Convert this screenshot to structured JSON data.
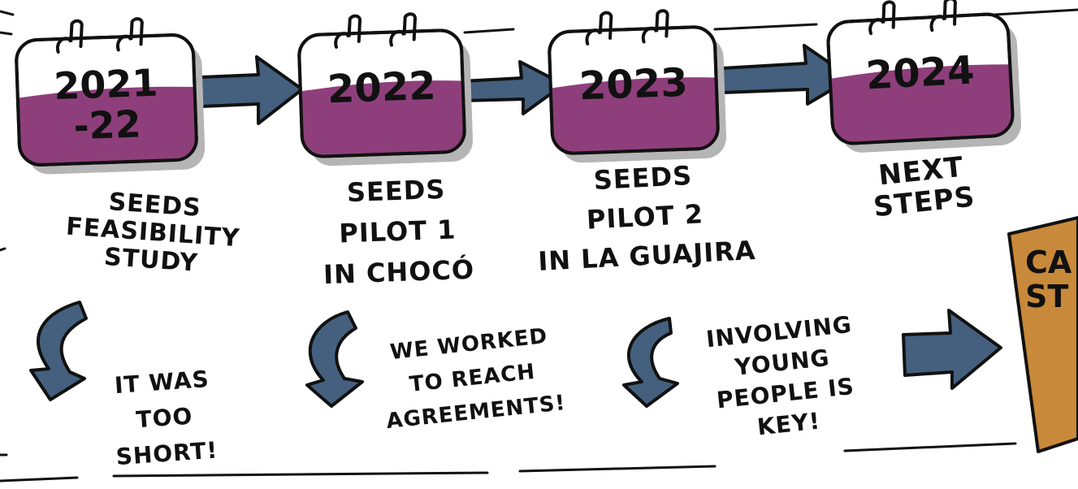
{
  "palette": {
    "ink": "#111111",
    "cal_fill": "#ffffff",
    "cal_band": "#8e3f7b",
    "cal_shadow": "#b5b5b5",
    "arrow": "#44607e",
    "case_box": "#c9893a"
  },
  "timeline": [
    {
      "year_lines": [
        "2021",
        "-22"
      ],
      "title_lines": [
        "SEEDS",
        "FEASIBILITY",
        "STUDY"
      ],
      "note_lines": [
        "IT WAS",
        "TOO",
        "SHORT!"
      ]
    },
    {
      "year_lines": [
        "2022"
      ],
      "title_lines": [
        "SEEDS",
        "PILOT 1",
        "IN CHOCÓ"
      ],
      "note_lines": [
        "WE WORKED",
        "TO REACH",
        "AGREEMENTS!"
      ]
    },
    {
      "year_lines": [
        "2023"
      ],
      "title_lines": [
        "SEEDS",
        "PILOT 2",
        "IN LA GUAJIRA"
      ],
      "note_lines": [
        "INVOLVING",
        "YOUNG",
        "PEOPLE IS",
        "KEY!"
      ]
    },
    {
      "year_lines": [
        "2024"
      ],
      "title_lines": [
        "NEXT",
        "STEPS"
      ],
      "note_lines": []
    }
  ],
  "case_box_text_lines": [
    "CA",
    "ST"
  ]
}
